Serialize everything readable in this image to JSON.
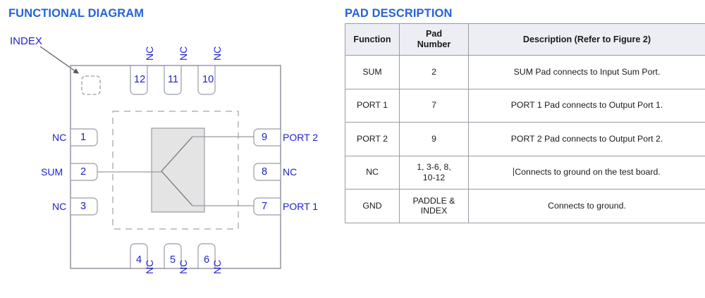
{
  "functional": {
    "title": "FUNCTIONAL DIAGRAM",
    "index_label": "INDEX",
    "pins": {
      "top": [
        {
          "number": "12",
          "label": "NC"
        },
        {
          "number": "11",
          "label": "NC"
        },
        {
          "number": "10",
          "label": "NC"
        }
      ],
      "left": [
        {
          "number": "1",
          "label": "NC"
        },
        {
          "number": "2",
          "label": "SUM"
        },
        {
          "number": "3",
          "label": "NC"
        }
      ],
      "bottom": [
        {
          "number": "4",
          "label": "NC"
        },
        {
          "number": "5",
          "label": "NC"
        },
        {
          "number": "6",
          "label": "NC"
        }
      ],
      "right": [
        {
          "number": "9",
          "label": "PORT 2"
        },
        {
          "number": "8",
          "label": "NC"
        },
        {
          "number": "7",
          "label": "PORT 1"
        }
      ]
    }
  },
  "pad_description": {
    "title": "PAD DESCRIPTION",
    "columns": [
      "Function",
      "Pad\nNumber",
      "Description (Refer to Figure 2)"
    ],
    "column_function": "Function",
    "column_pad_line1": "Pad",
    "column_pad_line2": "Number",
    "column_description": "Description (Refer to Figure 2)",
    "rows": [
      {
        "function": "SUM",
        "pad_number": "2",
        "description": "SUM Pad connects to Input Sum Port."
      },
      {
        "function": "PORT 1",
        "pad_number": "7",
        "description": "PORT 1 Pad connects to Output Port 1."
      },
      {
        "function": "PORT 2",
        "pad_number": "9",
        "description": "PORT 2 Pad connects to Output Port 2."
      },
      {
        "function": "NC",
        "pad_number_line1": "1, 3-6, 8,",
        "pad_number_line2": "10-12",
        "description": "Connects to ground on the test board."
      },
      {
        "function": "GND",
        "pad_number_line1": "PADDLE &",
        "pad_number_line2": "INDEX",
        "description": "Connects to ground."
      }
    ]
  },
  "colors": {
    "heading_blue": "#2563d9",
    "label_blue": "#2020d0",
    "outline_gray": "#9a9aa6",
    "die_fill": "#e4e4e4",
    "header_fill": "#eceef4"
  }
}
